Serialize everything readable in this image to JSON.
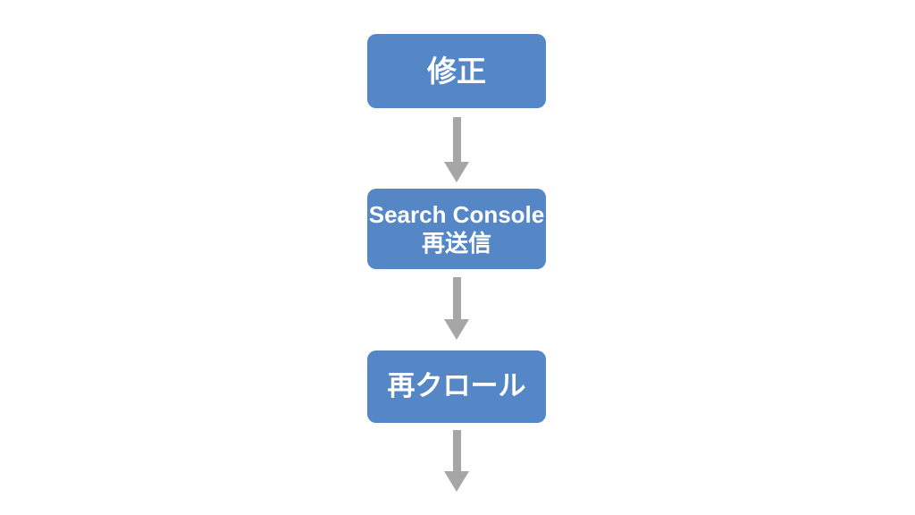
{
  "diagram": {
    "type": "vertical-flowchart",
    "background": "#FFFFFF",
    "colors": {
      "node_fill": "#5586C5",
      "node_text": "#FFFFFF",
      "arrow": "#A6A6A6"
    },
    "nodes": [
      {
        "id": "fix",
        "label": "修正"
      },
      {
        "id": "search-console-resubmit",
        "label": "Search Console",
        "label_line2": "再送信"
      },
      {
        "id": "recrawl",
        "label": "再クロール"
      }
    ],
    "connectors": [
      {
        "from": "fix",
        "to": "search-console-resubmit",
        "direction": "down"
      },
      {
        "from": "search-console-resubmit",
        "to": "recrawl",
        "direction": "down"
      },
      {
        "from": "recrawl",
        "to": "",
        "direction": "down"
      }
    ]
  }
}
